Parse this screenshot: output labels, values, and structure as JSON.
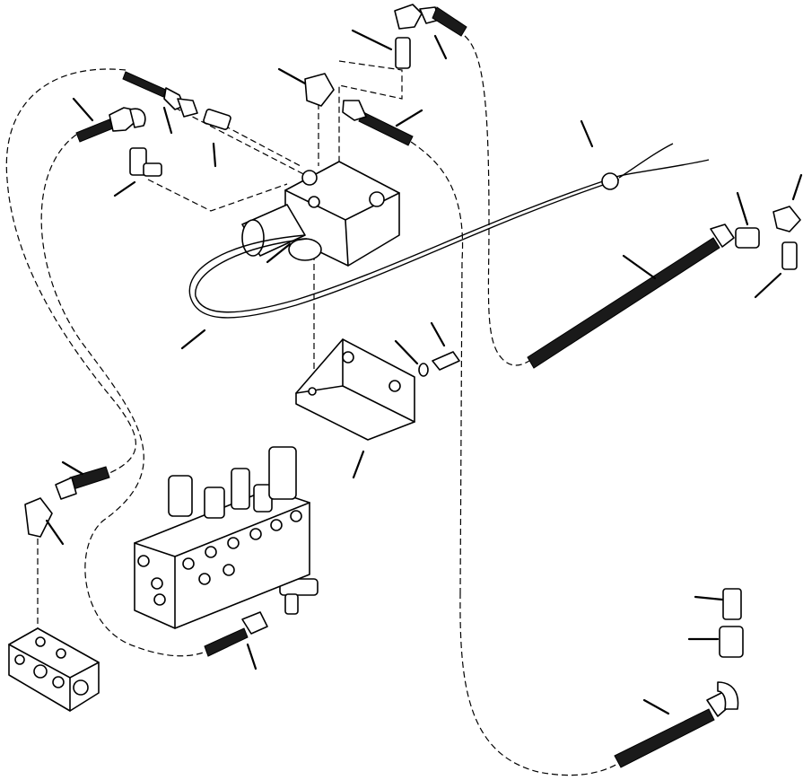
{
  "diagram": {
    "type": "exploded-hydraulic-parts-illustration",
    "callouts": [
      "leader-hose-upper-left",
      "leader-elbow-upper-left",
      "leader-adapter-upper-left",
      "leader-tee-left",
      "leader-elbow-center",
      "leader-adapter-top",
      "leader-elbow-top",
      "leader-hose-top-center",
      "leader-wire-clip",
      "leader-hose-right",
      "leader-adapter-right",
      "leader-elbow-right",
      "leader-plug-right",
      "leader-solenoid",
      "leader-harness",
      "leader-washer",
      "leader-bolt",
      "leader-bracket",
      "leader-hose-lower-left",
      "leader-elbow-lower-left",
      "leader-hose-bottom",
      "leader-adapter-bottom-right-1",
      "leader-adapter-bottom-right-2",
      "leader-hose-bottom-right"
    ]
  }
}
